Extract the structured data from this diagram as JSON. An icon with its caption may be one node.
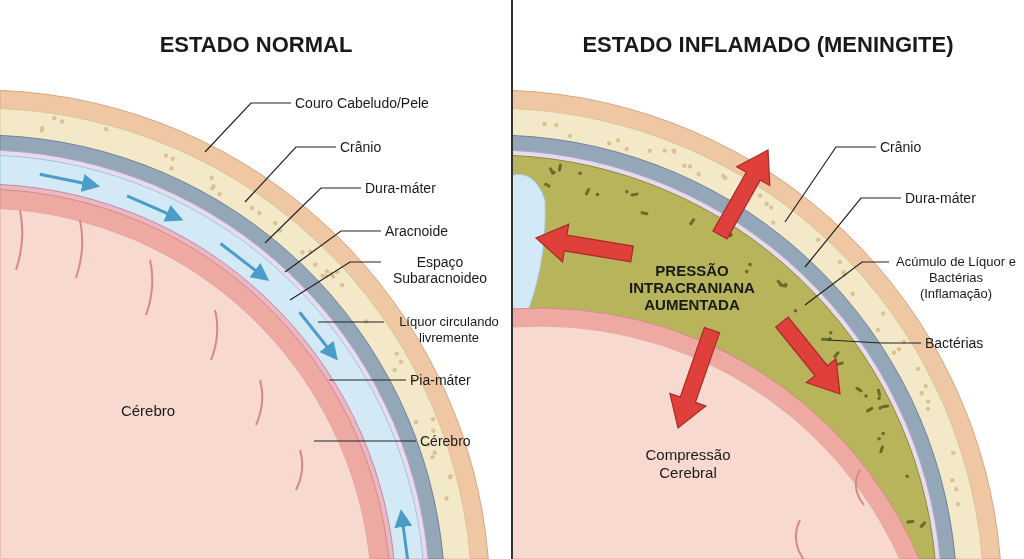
{
  "diagram": {
    "nodes": [
      {
        "text": [
          "Couro Cabeludo/Pele"
        ]
      },
      {
        "text": [
          "Crânio"
        ]
      },
      {
        "text": [
          "Dura-máter"
        ]
      },
      {
        "text": [
          "Aracnoide"
        ]
      },
      {
        "text": [
          "Espaço Subaracnoideo"
        ]
      },
      {
        "text": [
          "Líquor circulando livremente"
        ]
      },
      {
        "text": [
          "Pia-máter"
        ]
      },
      {
        "text": [
          "Cérebro"
        ]
      },
      {
        "text": [
          "Crânio"
        ]
      },
      {
        "text": [
          "Dura-máter"
        ]
      },
      {
        "text": [
          "Acúmulo de Líquor e Bactérias (Inflamação)"
        ]
      },
      {
        "text": [
          "Bactérias"
        ]
      }
    ],
    "edges": [
      {
        "from": 0,
        "to": null,
        "arrow": "none"
      },
      {
        "from": 1,
        "to": null,
        "arrow": "none"
      },
      {
        "from": 2,
        "to": null,
        "arrow": "none"
      },
      {
        "from": 3,
        "to": null,
        "arrow": "none"
      },
      {
        "from": 4,
        "to": null,
        "arrow": "none"
      },
      {
        "from": 5,
        "to": null,
        "arrow": "none"
      },
      {
        "from": 6,
        "to": null,
        "arrow": "none"
      },
      {
        "from": 7,
        "to": null,
        "arrow": "none"
      },
      {
        "from": 8,
        "to": null,
        "arrow": "none"
      },
      {
        "from": 9,
        "to": null,
        "arrow": "none"
      },
      {
        "from": 10,
        "to": null,
        "arrow": "none"
      },
      {
        "from": 11,
        "to": null,
        "arrow": "none"
      }
    ],
    "labels": [
      "ESTADO NORMAL",
      "ESTADO INFLAMADO (MENINGITE)",
      "Cérebro",
      "PRESSÃO INTRACRANIANA AUMENTADA",
      "Compressão Cerebral"
    ]
  }
}
